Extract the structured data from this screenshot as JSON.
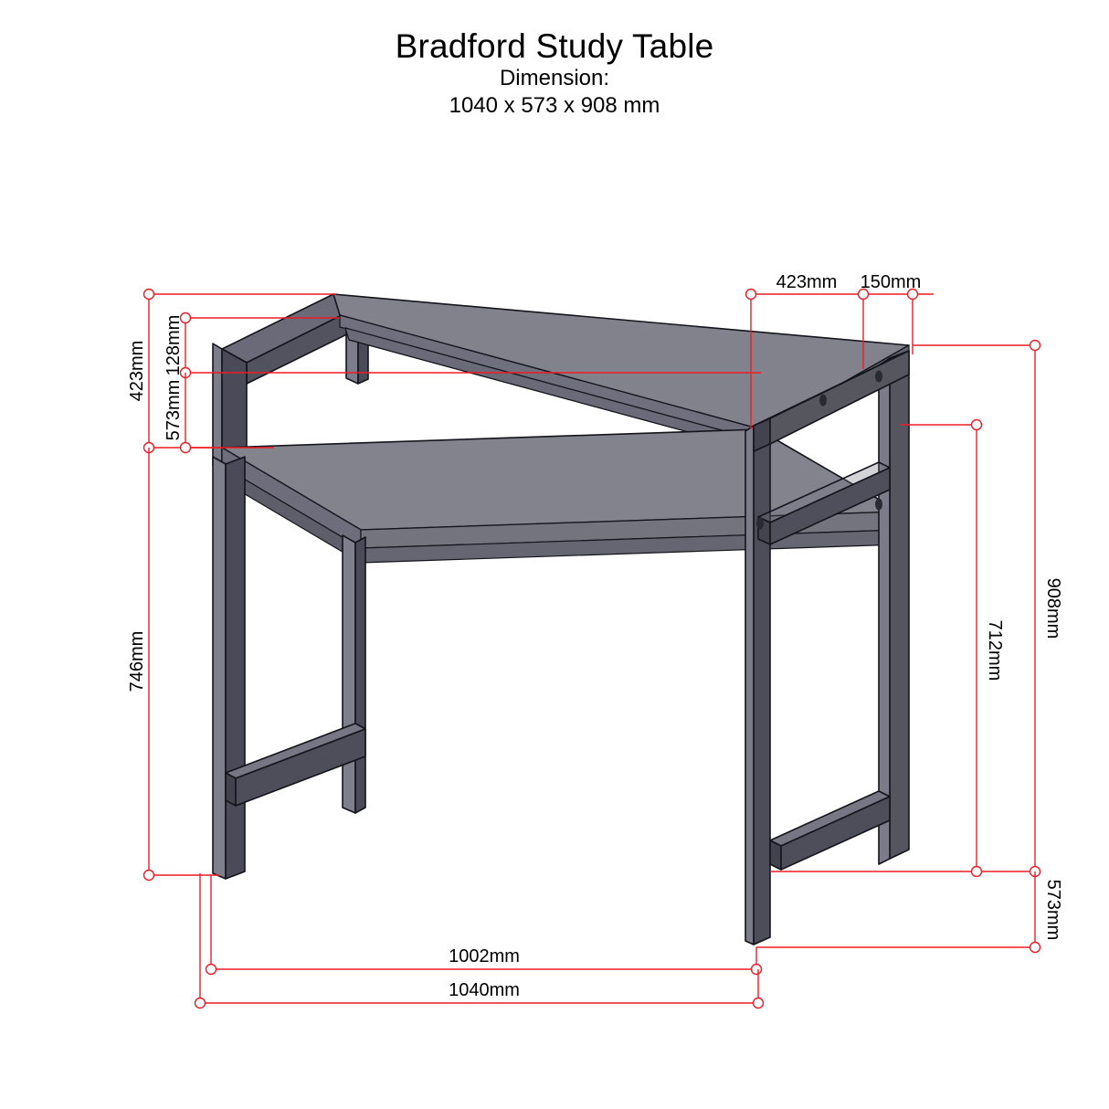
{
  "document": {
    "title": "Bradford Study Table",
    "dimension_label": "Dimension:",
    "dimension_value": "1040 x 573 x 908 mm",
    "units": "mm",
    "view": "isometric technical drawing"
  },
  "colors": {
    "dimension_red": "#ee1c25",
    "outline_black": "#14141c",
    "panel_face": "#85858f",
    "panel_top": "#8a8a94",
    "panel_edge": "#6e6e7c",
    "frame_dark": "#4a4a58",
    "frame_mid": "#5a5a68",
    "frame_light": "#7e7e8c",
    "background": "#ffffff"
  },
  "dimensions": {
    "left": [
      {
        "id": "423",
        "label": "423mm",
        "value": 423
      },
      {
        "id": "128",
        "label": "128mm",
        "value": 128
      },
      {
        "id": "573",
        "label": "573mm",
        "value": 573
      },
      {
        "id": "746",
        "label": "746mm",
        "value": 746
      }
    ],
    "top": [
      {
        "id": "423t",
        "label": "423mm",
        "value": 423
      },
      {
        "id": "150t",
        "label": "150mm",
        "value": 150
      }
    ],
    "right": [
      {
        "id": "908",
        "label": "908mm",
        "value": 908
      },
      {
        "id": "712",
        "label": "712mm",
        "value": 712
      },
      {
        "id": "573r",
        "label": "573mm",
        "value": 573
      }
    ],
    "bottom": [
      {
        "id": "1002",
        "label": "1002mm",
        "value": 1002
      },
      {
        "id": "1040",
        "label": "1040mm",
        "value": 1040
      }
    ]
  },
  "product": {
    "name": "Bradford Study Table",
    "overall_width_mm": 1040,
    "overall_depth_mm": 573,
    "overall_height_mm": 908,
    "parts": [
      "upper shelf panel",
      "desktop panel",
      "left metal frame",
      "right metal frame",
      "lower cross rails"
    ]
  }
}
